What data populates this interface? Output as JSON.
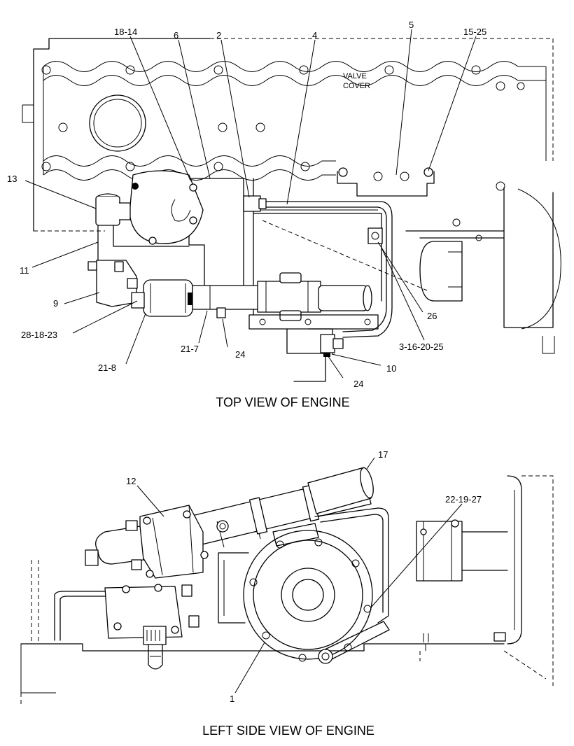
{
  "top_view": {
    "caption": "TOP VIEW OF ENGINE",
    "valve_cover_line1": "VALVE",
    "valve_cover_line2": "COVER",
    "callouts": [
      "18-14",
      "6",
      "2",
      "4",
      "5",
      "15-25",
      "13",
      "11",
      "9",
      "28-18-23",
      "21-8",
      "21-7",
      "24",
      "24",
      "10",
      "3-16-20-25",
      "26"
    ]
  },
  "side_view": {
    "caption": "LEFT SIDE VIEW OF ENGINE",
    "callouts": [
      "17",
      "12",
      "22-19-27",
      "1"
    ]
  }
}
